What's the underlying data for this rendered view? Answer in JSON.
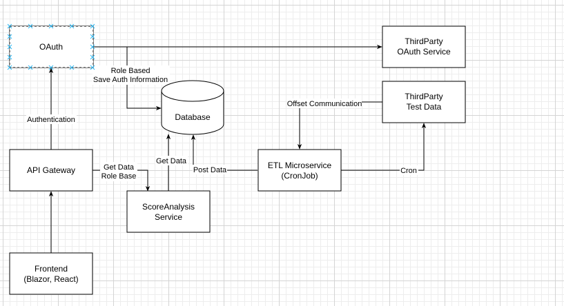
{
  "nodes": {
    "oauth": {
      "label": "OAuth"
    },
    "thirdparty_oauth": {
      "line1": "ThirdParty",
      "line2": "OAuth Service"
    },
    "database": {
      "label": "Database"
    },
    "thirdparty_testdata": {
      "line1": "ThirdParty",
      "line2": "Test Data"
    },
    "api_gateway": {
      "label": "API Gateway"
    },
    "etl": {
      "line1": "ETL Microservice",
      "line2": "(CronJob)"
    },
    "score_analysis": {
      "line1": "ScoreAnalysis",
      "line2": "Service"
    },
    "frontend": {
      "line1": "Frontend",
      "line2": "(Blazor, React)"
    }
  },
  "edges": {
    "role_based": {
      "line1": "Role Based",
      "line2": "Save Auth Information"
    },
    "authentication": {
      "label": "Authentication"
    },
    "offset_communication": {
      "label": "Offset Communication"
    },
    "get_data_role_base": {
      "line1": "Get Data",
      "line2": "Role Base"
    },
    "get_data": {
      "label": "Get Data"
    },
    "post_data": {
      "label": "Post Data"
    },
    "cron": {
      "label": "Cron"
    }
  },
  "colors": {
    "selection": "#29b6f2",
    "stroke": "#000000",
    "grid": "#d4d4d4"
  }
}
